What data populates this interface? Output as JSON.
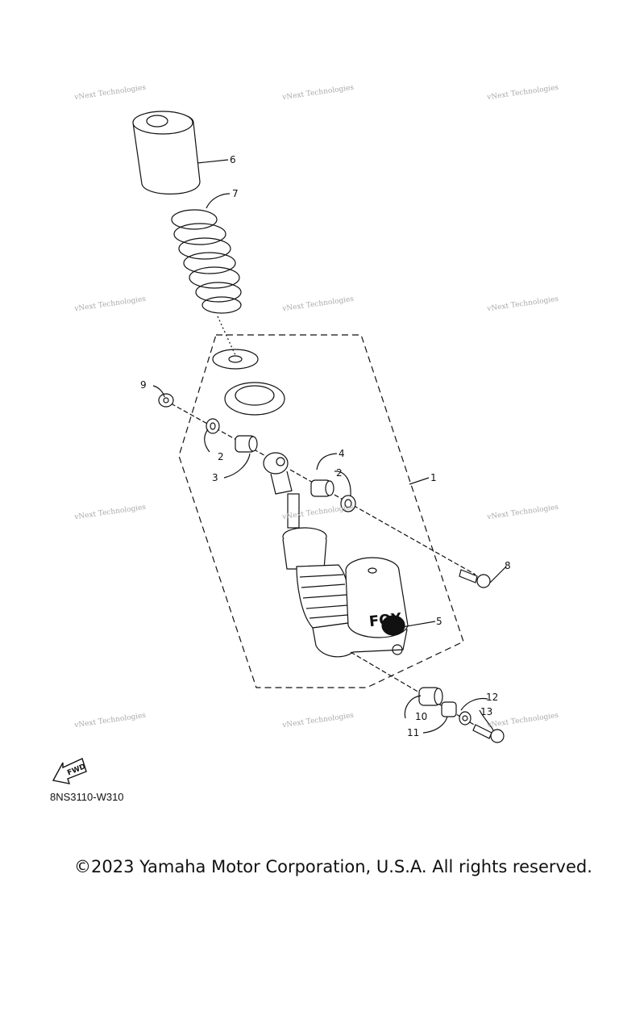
{
  "watermark_text": "vNext Technologies",
  "callouts": [
    "1",
    "2",
    "2",
    "3",
    "4",
    "5",
    "6",
    "7",
    "8",
    "9",
    "10",
    "11",
    "12",
    "13"
  ],
  "fwd_label": "FWD",
  "brand_mark": "FOX",
  "diagram_code": "8NS3110-W310",
  "copyright": "©2023 Yamaha Motor Corporation, U.S.A. All rights reserved."
}
